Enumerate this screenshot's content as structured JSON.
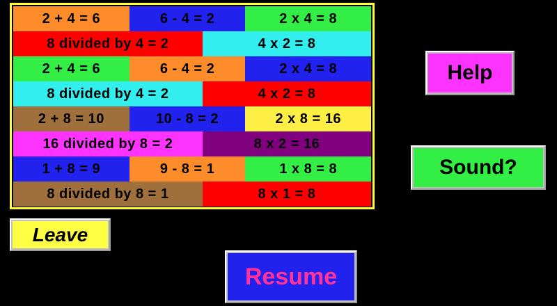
{
  "app": {
    "background_color": "#000000",
    "panel_border_color": "#FFFF33"
  },
  "fact_grid": {
    "name": "fact-family-grid",
    "rows": [
      {
        "layout": "three",
        "cells": [
          {
            "text": "2 + 4 = 6",
            "bg": "#FF8C2A",
            "operation": "addition"
          },
          {
            "text": "6 - 4 = 2",
            "bg": "#2222EE",
            "operation": "subtraction"
          },
          {
            "text": "2 x 4 = 8",
            "bg": "#33EE44",
            "operation": "multiplication"
          }
        ]
      },
      {
        "layout": "two",
        "cells": [
          {
            "text": "8 divided by 4 = 2",
            "bg": "#FF0000",
            "operation": "division"
          },
          {
            "text": "4 x 2 = 8",
            "bg": "#33EEEE",
            "operation": "multiplication"
          }
        ]
      },
      {
        "layout": "three",
        "cells": [
          {
            "text": "2 + 4 = 6",
            "bg": "#33EE44",
            "operation": "addition"
          },
          {
            "text": "6 - 4 = 2",
            "bg": "#FF8C2A",
            "operation": "subtraction"
          },
          {
            "text": "2 x 4 = 8",
            "bg": "#2222EE",
            "operation": "multiplication"
          }
        ]
      },
      {
        "layout": "two",
        "cells": [
          {
            "text": "8 divided by 4 = 2",
            "bg": "#33EEEE",
            "operation": "division"
          },
          {
            "text": "4 x 2 = 8",
            "bg": "#FF0000",
            "operation": "multiplication"
          }
        ]
      },
      {
        "layout": "three",
        "cells": [
          {
            "text": "2 + 8 = 10",
            "bg": "#A0703C",
            "operation": "addition"
          },
          {
            "text": "10 - 8 = 2",
            "bg": "#2222EE",
            "operation": "subtraction"
          },
          {
            "text": "2 x 8 = 16",
            "bg": "#FFEE44",
            "operation": "multiplication"
          }
        ]
      },
      {
        "layout": "two",
        "cells": [
          {
            "text": "16 divided by 8 = 2",
            "bg": "#FF33FF",
            "operation": "division"
          },
          {
            "text": "8 x 2 = 16",
            "bg": "#800080",
            "operation": "multiplication"
          }
        ]
      },
      {
        "layout": "three",
        "cells": [
          {
            "text": "1 + 8 = 9",
            "bg": "#2222EE",
            "operation": "addition"
          },
          {
            "text": "9 - 8 = 1",
            "bg": "#FF8C2A",
            "operation": "subtraction"
          },
          {
            "text": "1 x 8 = 8",
            "bg": "#33EE44",
            "operation": "multiplication"
          }
        ]
      },
      {
        "layout": "two",
        "cells": [
          {
            "text": "8 divided by 8 = 1",
            "bg": "#A0703C",
            "operation": "division"
          },
          {
            "text": "8 x 1 = 8",
            "bg": "#FF0000",
            "operation": "multiplication"
          }
        ]
      }
    ]
  },
  "buttons": {
    "help": {
      "label": "Help",
      "face_color": "#FF33FF",
      "text_color": "#000000"
    },
    "sound": {
      "label": "Sound?",
      "face_color": "#33EE44",
      "text_color": "#000000"
    },
    "leave": {
      "label": "Leave",
      "face_color": "#FFFF44",
      "text_color": "#000000"
    },
    "resume": {
      "label": "Resume",
      "face_color": "#2222EE",
      "text_color": "#FF3399"
    }
  }
}
